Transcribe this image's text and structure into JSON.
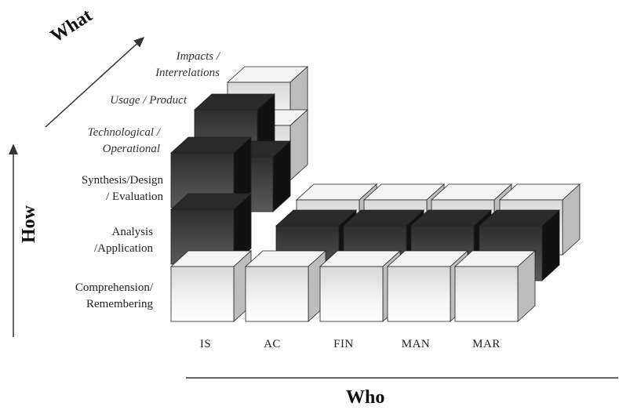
{
  "axes": {
    "how_title": "How",
    "what_title": "What",
    "who_title": "Who"
  },
  "how_levels": [
    {
      "line1": "Comprehension/",
      "line2": "Remembering"
    },
    {
      "line1": "Analysis",
      "line2": "/Application"
    },
    {
      "line1": "Synthesis/Design",
      "line2": "/ Evaluation"
    }
  ],
  "what_levels": [
    {
      "line1": "Technological /",
      "line2": "Operational"
    },
    {
      "line1": "Usage / Product",
      "line2": ""
    },
    {
      "line1": "Impacts /",
      "line2": "Interrelations"
    }
  ],
  "who_columns": [
    "IS",
    "AC",
    "FIN",
    "MAN",
    "MAR"
  ],
  "colors": {
    "light_cube": "#e6e6e6",
    "dark_cube": "#3a3a3a",
    "axis_line": "#333333"
  }
}
